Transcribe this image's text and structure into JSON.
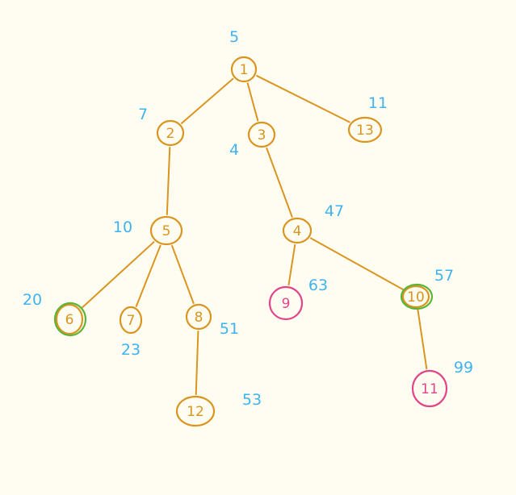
{
  "colors": {
    "background": "#fffdf1",
    "node": "#d9951f",
    "weight": "#3fb3ee",
    "highlight_pink": "#e0458a",
    "highlight_green": "#59b63a"
  },
  "nodes": [
    {
      "id": "1",
      "label": "1",
      "weight": "5",
      "style": "normal"
    },
    {
      "id": "2",
      "label": "2",
      "weight": "7",
      "style": "normal"
    },
    {
      "id": "3",
      "label": "3",
      "weight": "4",
      "style": "normal"
    },
    {
      "id": "13",
      "label": "13",
      "weight": "11",
      "style": "normal"
    },
    {
      "id": "5",
      "label": "5",
      "weight": "10",
      "style": "normal"
    },
    {
      "id": "4",
      "label": "4",
      "weight": "47",
      "style": "normal"
    },
    {
      "id": "6",
      "label": "6",
      "weight": "20",
      "style": "green"
    },
    {
      "id": "7",
      "label": "7",
      "weight": "23",
      "style": "normal"
    },
    {
      "id": "8",
      "label": "8",
      "weight": "51",
      "style": "normal"
    },
    {
      "id": "9",
      "label": "9",
      "weight": "63",
      "style": "pink"
    },
    {
      "id": "10",
      "label": "10",
      "weight": "57",
      "style": "green"
    },
    {
      "id": "12",
      "label": "12",
      "weight": "53",
      "style": "normal"
    },
    {
      "id": "11",
      "label": "11",
      "weight": "99",
      "style": "pink"
    }
  ],
  "edges": [
    [
      "1",
      "2"
    ],
    [
      "1",
      "3"
    ],
    [
      "1",
      "13"
    ],
    [
      "2",
      "5"
    ],
    [
      "3",
      "4"
    ],
    [
      "5",
      "6"
    ],
    [
      "5",
      "7"
    ],
    [
      "5",
      "8"
    ],
    [
      "4",
      "9"
    ],
    [
      "4",
      "10"
    ],
    [
      "8",
      "12"
    ],
    [
      "10",
      "11"
    ]
  ]
}
